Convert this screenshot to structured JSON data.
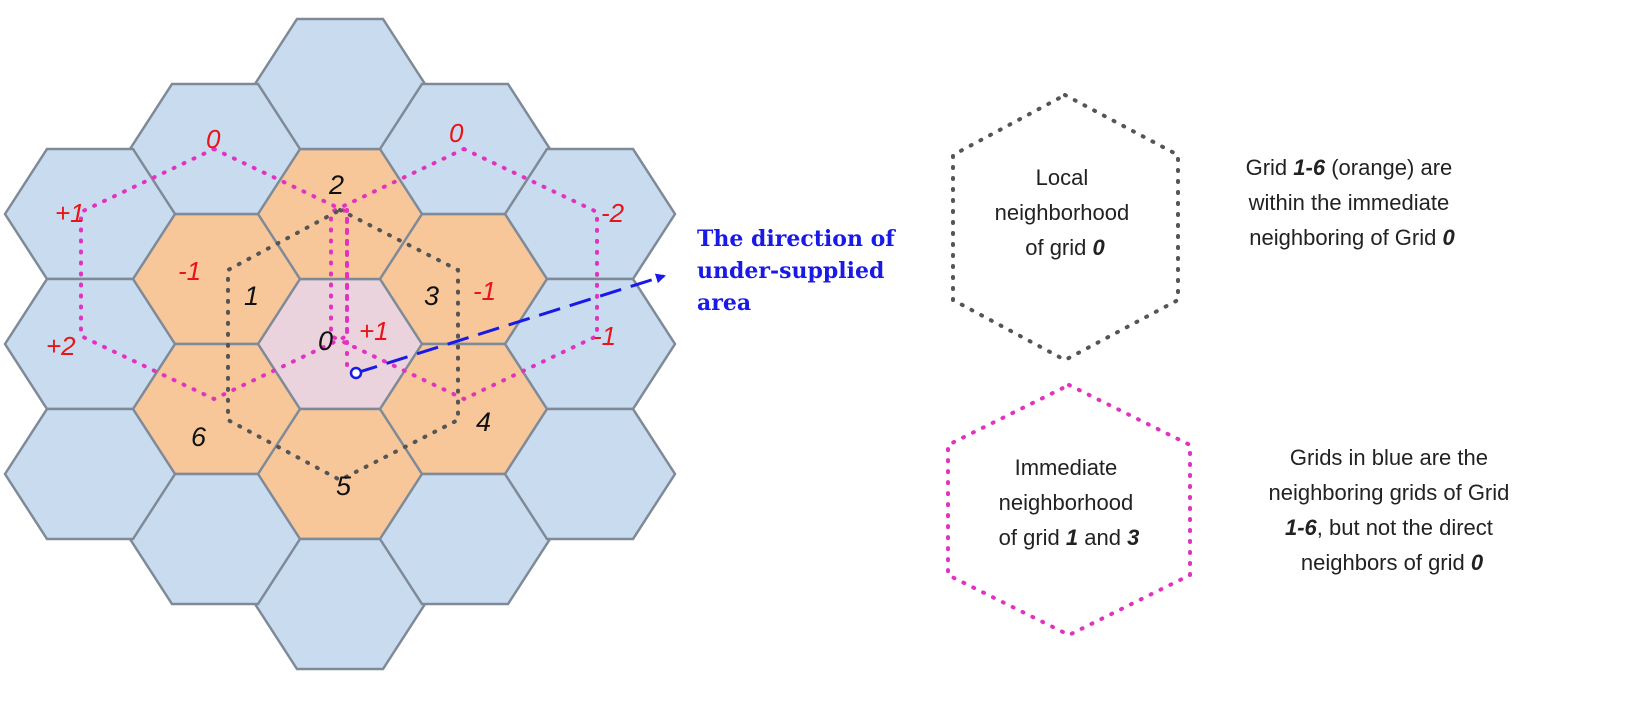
{
  "colors": {
    "center_fill": "#ead3dc",
    "ring1_fill": "#f7c79a",
    "ring2_fill": "#c9dcef",
    "hex_stroke": "#7f8a98",
    "local_border": "#555555",
    "immediate_border": "#e233c0",
    "arrow": "#1a1ae6",
    "delta_text": "#e8141a"
  },
  "grid_labels": {
    "g0": "0",
    "g1": "1",
    "g2": "2",
    "g3": "3",
    "g4": "4",
    "g5": "5",
    "g6": "6"
  },
  "delta_labels": {
    "top_left": "0",
    "top_right": "0",
    "left_upper": "+1",
    "right_upper": "-2",
    "left_lower": "+2",
    "right_lower": "-1",
    "grid1": "-1",
    "grid3": "-1",
    "center": "+1"
  },
  "direction_label": {
    "line1": "The direction of",
    "line2": "under-supplied",
    "line3": "area"
  },
  "legend_local": {
    "line1": "Local",
    "line2": "neighborhood",
    "line3_prefix": "of grid ",
    "line3_em": "0"
  },
  "legend_local_desc": {
    "l1_a": "Grid ",
    "l1_b": "1-6",
    "l1_c": " (orange) are",
    "l2": "within the immediate",
    "l3_a": "neighboring of Grid ",
    "l3_b": "0"
  },
  "legend_immediate": {
    "line1": "Immediate",
    "line2": "neighborhood",
    "line3_a": "of grid ",
    "line3_b": "1",
    "line3_c": " and ",
    "line3_d": "3"
  },
  "legend_blue_desc": {
    "l1": "Grids in blue are the",
    "l2": "neighboring grids of Grid",
    "l3_a": "1-6",
    "l3_b": ", but not the direct",
    "l4_a": "neighbors of grid ",
    "l4_b": "0"
  }
}
